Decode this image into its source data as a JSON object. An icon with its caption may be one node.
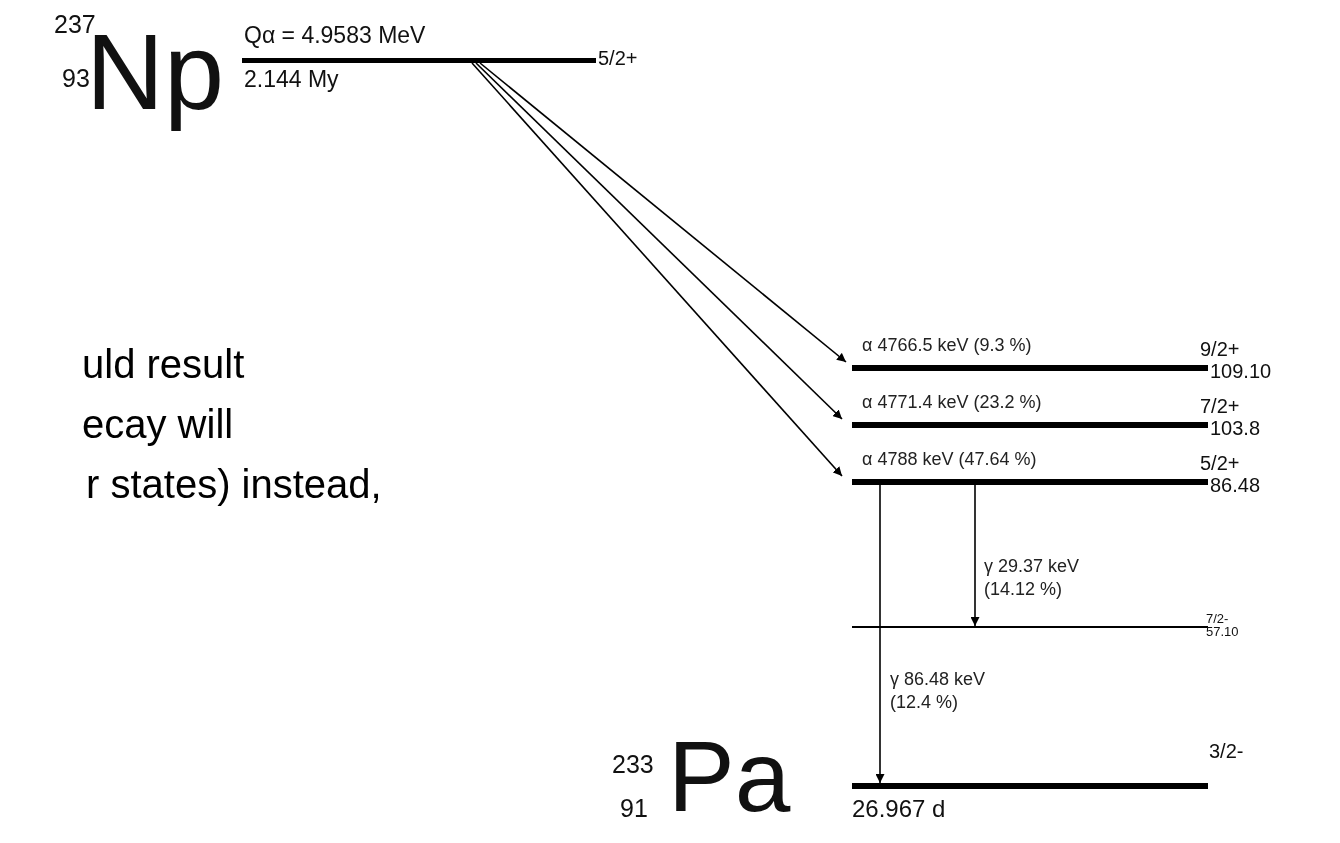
{
  "diagram": {
    "nodes": [
      {
        "text": [
          "Qα = 4.9583 MeV",
          "2.144 My"
        ],
        "beside": [
          "5/2+"
        ]
      },
      {
        "text": [],
        "shape": "bar",
        "beside": [
          "9/2+",
          "109.10"
        ]
      },
      {
        "text": [],
        "shape": "bar",
        "beside": [
          "7/2+",
          "103.8"
        ]
      },
      {
        "text": [],
        "shape": "bar",
        "beside": [
          "5/2+",
          "86.48"
        ]
      },
      {
        "text": [],
        "shape": "bar",
        "beside": [
          "7/2-",
          "57.10"
        ]
      },
      {
        "text": [
          "26.967 d"
        ],
        "beside": [
          "3/2-"
        ]
      }
    ],
    "edges": [
      {
        "from": 0,
        "to": 1,
        "arrow": "to",
        "label": "α 4766.5 keV (9.3 %)"
      },
      {
        "from": 0,
        "to": 2,
        "arrow": "to",
        "label": "α 4771.4 keV (23.2 %)"
      },
      {
        "from": 0,
        "to": 3,
        "arrow": "to",
        "label": "α 4788 keV (47.64 %)"
      },
      {
        "from": 3,
        "to": 4,
        "arrow": "to",
        "label": "γ 29.37 keV (14.12 %)"
      },
      {
        "from": 3,
        "to": 5,
        "arrow": "to",
        "label": "γ 86.48 keV (12.4 %)"
      }
    ],
    "labels": [
      "237",
      "93",
      "Np",
      "uld result",
      "ecay will",
      "r states) instead,",
      "233",
      "91",
      "Pa"
    ]
  }
}
